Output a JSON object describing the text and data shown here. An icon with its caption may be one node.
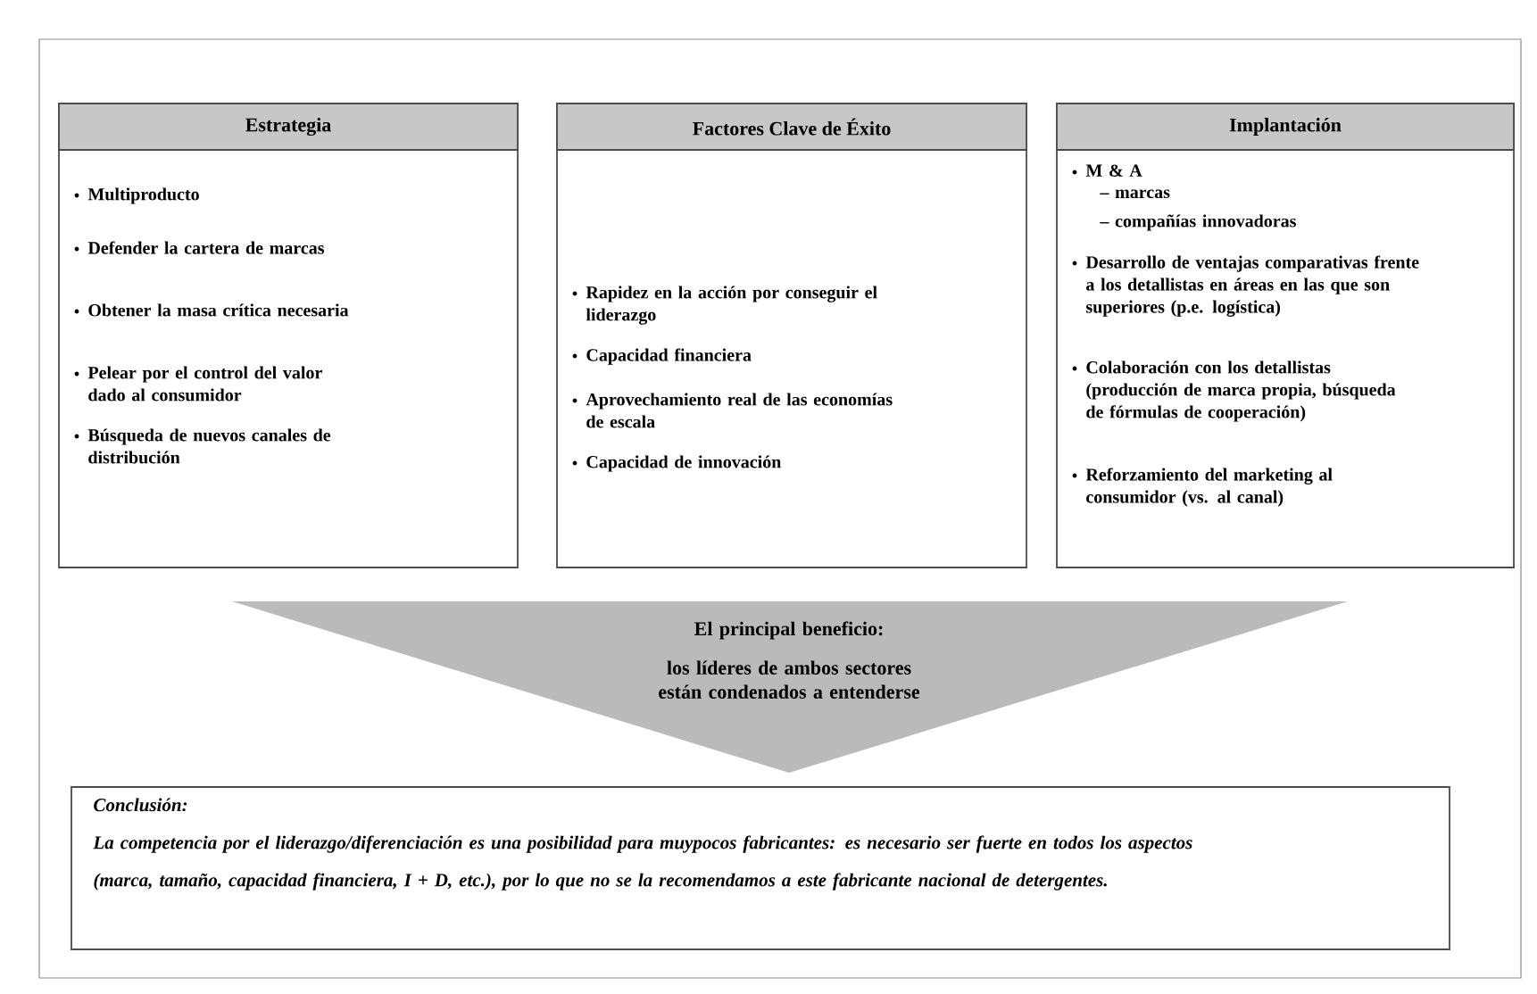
{
  "diagram": {
    "nodes": [
      {
        "text": [
          "Estrategia",
          "Multiproducto",
          "Defender la cartera de marcas",
          "Obtener la masa crítica necesaria",
          "Pelear por el control del valor dado al consumidor",
          "Búsqueda de nuevos canales de distribución"
        ]
      },
      {
        "text": [
          "Factores Clave de Éxito",
          "Rapidez en la acción por conseguir el liderazgo",
          "Capacidad financiera",
          "Aprovechamiento real de las economías de escala",
          "Capacidad de innovación"
        ]
      },
      {
        "text": [
          "Implantación",
          "M & A",
          "– marcas",
          "– compañías innovadoras",
          "Desarrollo de ventajas comparativas frente a los detallistas en áreas en las que son superiores (p.e. logística)",
          "Colaboración con los detallistas (producción de marca propia, búsqueda de fórmulas de cooperación)",
          "Reforzamiento del marketing al consumidor (vs. al canal)"
        ]
      },
      {
        "text": [
          "El principal beneficio:",
          "los líderes de ambos sectores están condenados a entenderse"
        ]
      },
      {
        "text": [
          "Conclusión:",
          "La competencia por el liderazgo/diferenciación es una posibilidad para muypocos fabricantes: es necesario ser fuerte en todos los aspectos (marca, tamaño, capacidad financiera, I + D, etc.), por lo que no se la recomendamos a este fabricante nacional de detergentes."
        ]
      }
    ]
  }
}
